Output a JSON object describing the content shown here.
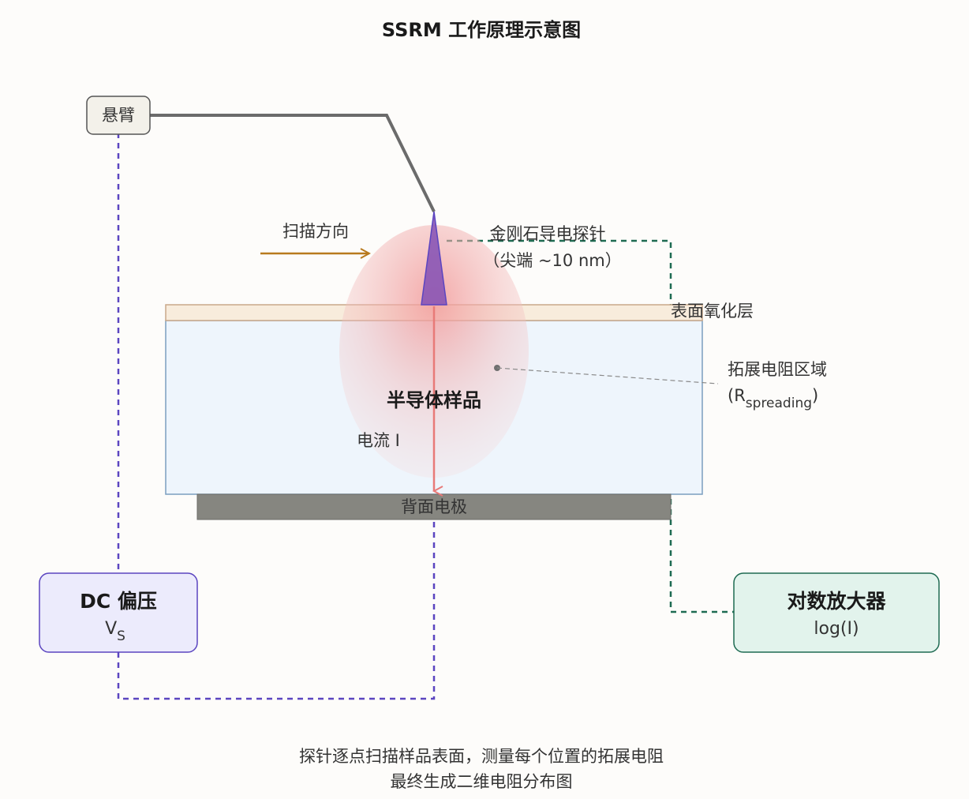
{
  "title": "SSRM 工作原理示意图",
  "labels": {
    "cantilever": "悬臂",
    "scan_direction": "扫描方向",
    "probe_line1": "金刚石导电探针",
    "probe_line2": "（尖端 ~10 nm）",
    "oxide": "表面氧化层",
    "spreading_line1": "拓展电阻区域",
    "spreading_open": "(R",
    "spreading_sub": "spreading",
    "spreading_close": ")",
    "sample": "半导体样品",
    "current": "电流 I",
    "back_electrode": "背面电极"
  },
  "dc_bias": {
    "title": "DC 偏压",
    "sub_main": "V",
    "sub_script": "S"
  },
  "log_amp": {
    "title": "对数放大器",
    "sub": "log(I)"
  },
  "caption": {
    "line1": "探针逐点扫描样品表面，测量每个位置的拓展电阻",
    "line2": "最终生成二维电阻分布图"
  },
  "colors": {
    "bias_wire": "#5b45c0",
    "amp_wire": "#1e6b52",
    "cantilever": "#6b6b6b",
    "probe": "#8a55b5",
    "scan_arrow": "#b87a1e",
    "current_arrow": "#e87a78",
    "oxide_fill": "#f8ecdc",
    "sample_fill": "#eef5fc",
    "electrode_fill": "#868680",
    "spreading_fill": "#f2a6a6"
  }
}
